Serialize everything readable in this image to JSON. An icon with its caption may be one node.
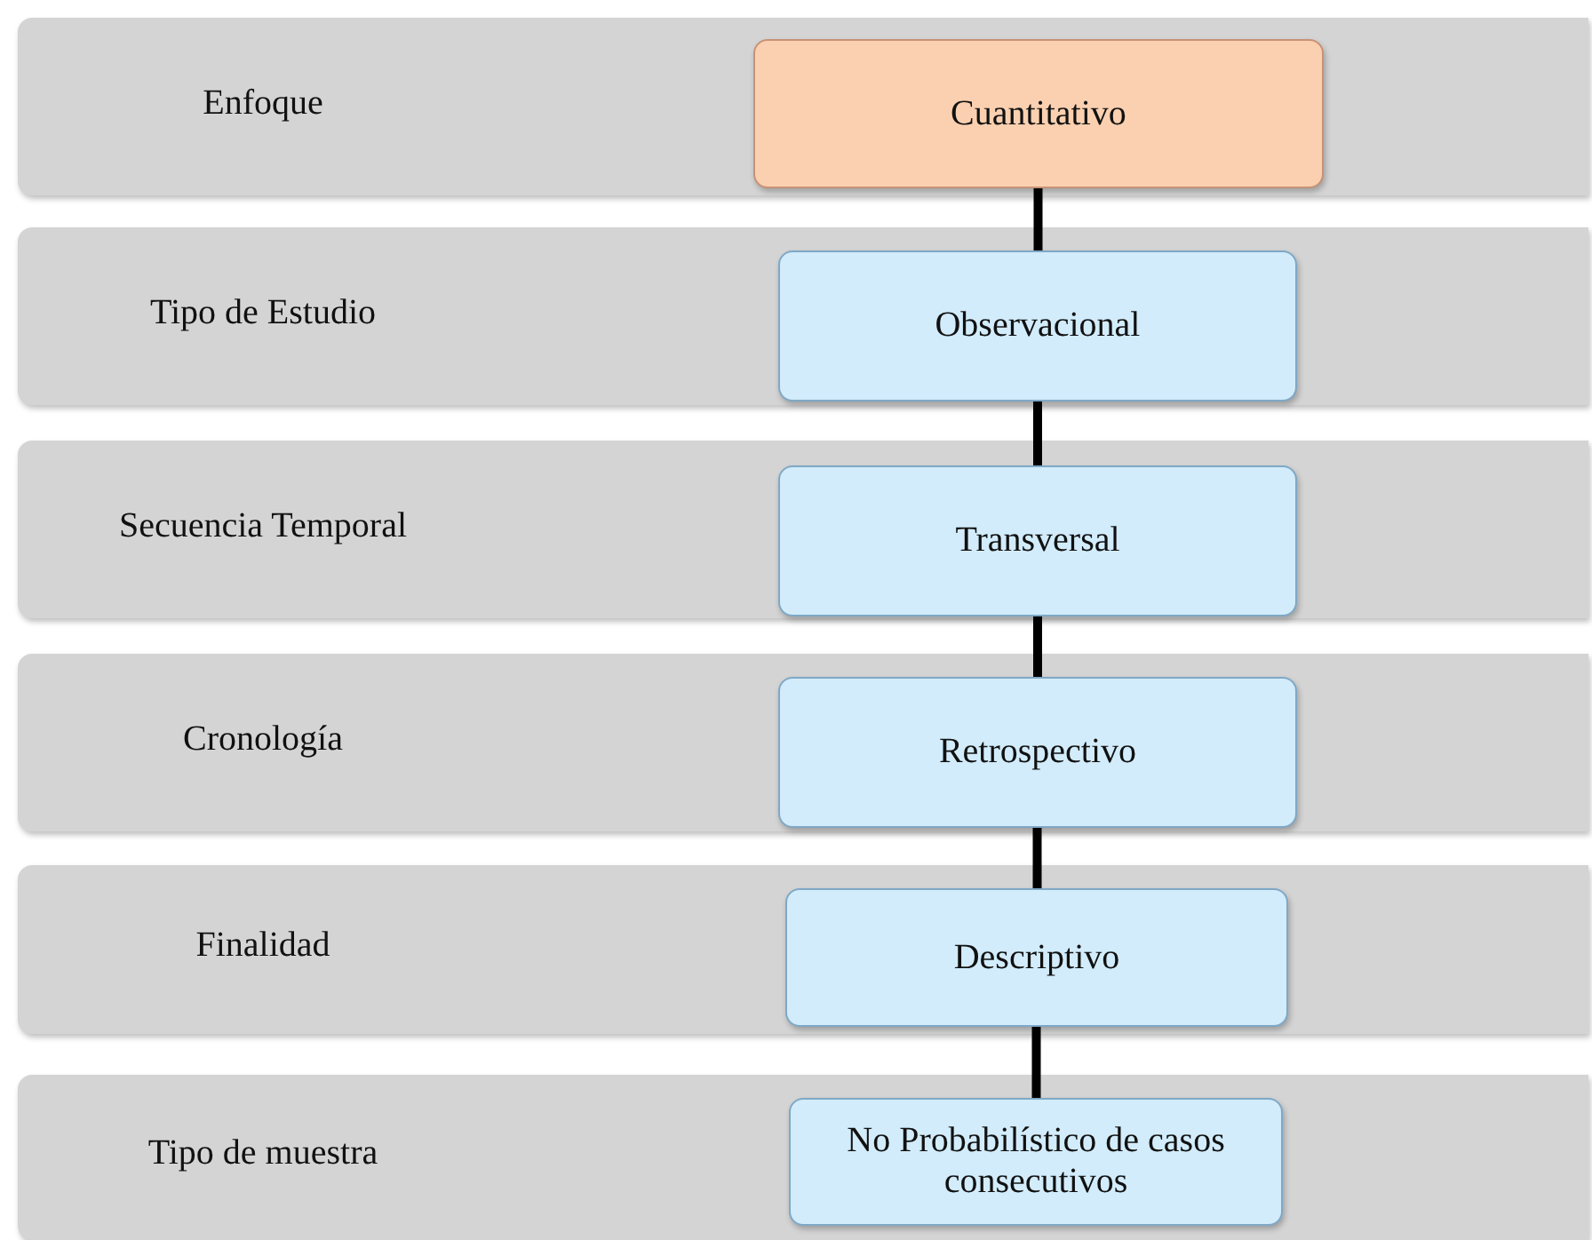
{
  "diagram": {
    "nodes": [
      {
        "text": [
          "Enfoque"
        ]
      },
      {
        "text": [
          "Cuantitativo"
        ],
        "in": 0
      },
      {
        "text": [
          "Tipo de Estudio"
        ]
      },
      {
        "text": [
          "Observacional"
        ],
        "in": 2
      },
      {
        "text": [
          "Secuencia Temporal"
        ]
      },
      {
        "text": [
          "Transversal"
        ],
        "in": 4
      },
      {
        "text": [
          "Cronología"
        ]
      },
      {
        "text": [
          "Retrospectivo"
        ],
        "in": 6
      },
      {
        "text": [
          "Finalidad"
        ]
      },
      {
        "text": [
          "Descriptivo"
        ],
        "in": 8
      },
      {
        "text": [
          "Tipo de muestra"
        ]
      },
      {
        "text": [
          "No Probabilístico de casos consecutivos"
        ],
        "in": 10
      }
    ],
    "edges": [
      {
        "from": 1,
        "to": 3,
        "arrow": "none"
      },
      {
        "from": 3,
        "to": 5,
        "arrow": "none"
      },
      {
        "from": 5,
        "to": 7,
        "arrow": "none"
      },
      {
        "from": 7,
        "to": 9,
        "arrow": "none"
      },
      {
        "from": 9,
        "to": 11,
        "arrow": "none"
      }
    ]
  }
}
